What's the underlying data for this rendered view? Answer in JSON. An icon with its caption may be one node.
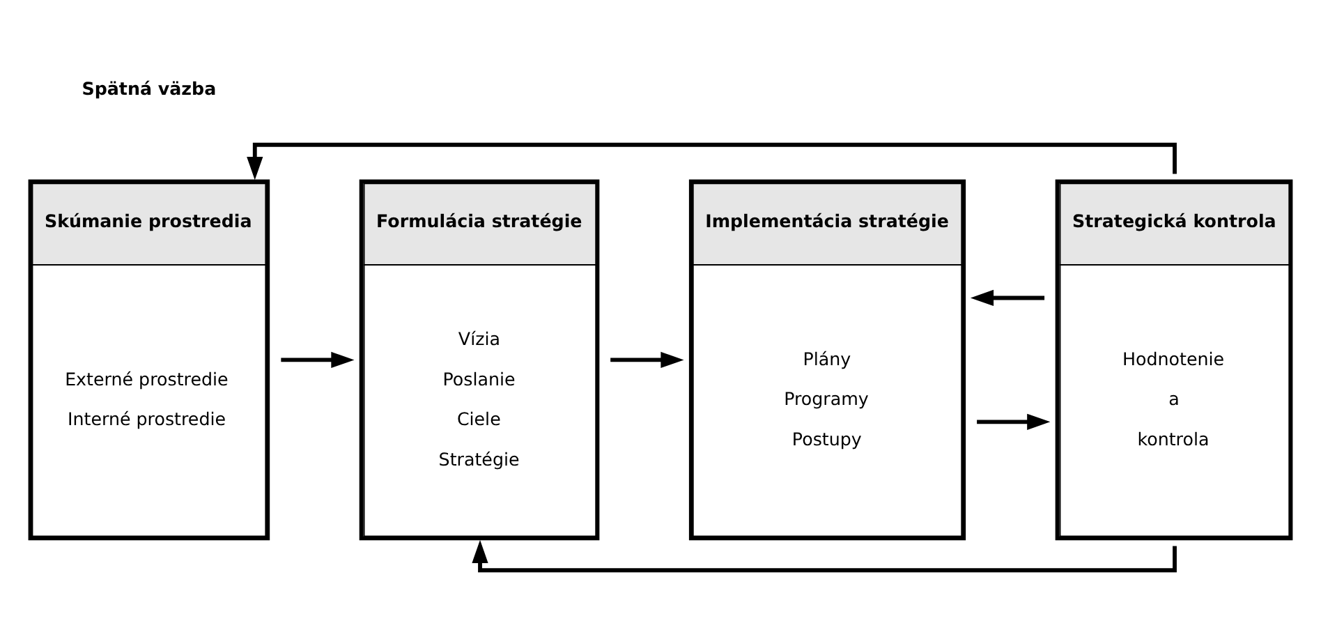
{
  "diagram": {
    "nodes": [
      {
        "text": [
          "Skúmanie prostredia",
          "Externé prostredie",
          "Interné prostredie"
        ]
      },
      {
        "text": [
          "Formulácia stratégie",
          "Vízia",
          "Poslanie",
          "Ciele",
          "Stratégie"
        ]
      },
      {
        "text": [
          "Implementácia stratégie",
          "Plány",
          "Programy",
          "Postupy"
        ]
      },
      {
        "text": [
          "Strategická kontrola",
          "Hodnotenie",
          "a",
          "kontrola"
        ]
      }
    ],
    "edges": [
      {
        "from": 0,
        "to": 1,
        "arrow": "to"
      },
      {
        "from": 1,
        "to": 2,
        "arrow": "to"
      },
      {
        "from": 2,
        "to": 3,
        "arrow": "to"
      },
      {
        "from": 3,
        "to": 0,
        "arrow": "to"
      },
      {
        "from": 3,
        "to": 1,
        "arrow": "to"
      },
      {
        "from": 3,
        "to": 2,
        "arrow": "to"
      }
    ],
    "labels": [
      "Spätná väzba"
    ]
  }
}
